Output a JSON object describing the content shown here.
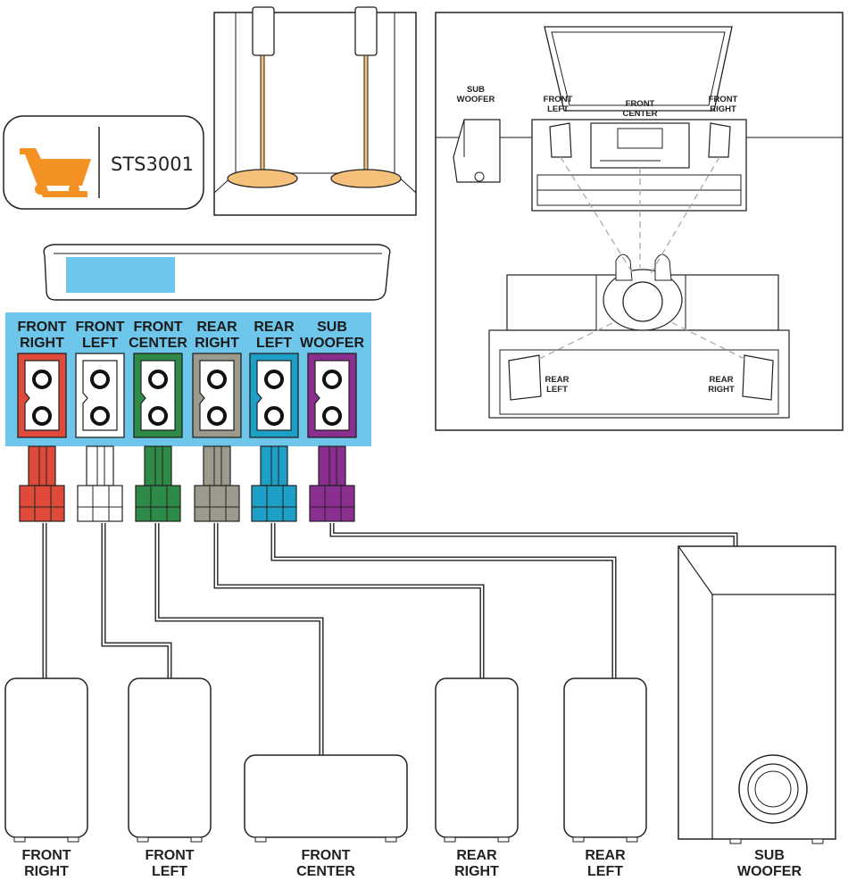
{
  "badge": {
    "model": "STS3001",
    "icon": "shopping-cart-icon",
    "icon_color": "#F39223"
  },
  "colors": {
    "front_right": "#E04A3A",
    "front_left": "#FFFFFF",
    "front_center": "#2E8B47",
    "rear_right": "#9B9A8C",
    "rear_left": "#1DA0C8",
    "sub_woofer": "#8A2F90",
    "strip": "#6EC7EA",
    "display": "#6EC7EA",
    "stand_base": "#F4C07A"
  },
  "connectors": [
    {
      "line1": "FRONT",
      "line2": "RIGHT"
    },
    {
      "line1": "FRONT",
      "line2": "LEFT"
    },
    {
      "line1": "FRONT",
      "line2": "CENTER"
    },
    {
      "line1": "REAR",
      "line2": "RIGHT"
    },
    {
      "line1": "REAR",
      "line2": "LEFT"
    },
    {
      "line1": "SUB",
      "line2": "WOOFER"
    }
  ],
  "speakers": [
    {
      "line1": "FRONT",
      "line2": "RIGHT"
    },
    {
      "line1": "FRONT",
      "line2": "LEFT"
    },
    {
      "line1": "FRONT",
      "line2": "CENTER"
    },
    {
      "line1": "REAR",
      "line2": "RIGHT"
    },
    {
      "line1": "REAR",
      "line2": "LEFT"
    },
    {
      "line1": "SUB",
      "line2": "WOOFER"
    }
  ],
  "room": {
    "sub_woofer": {
      "line1": "SUB",
      "line2": "WOOFER"
    },
    "front_left": {
      "line1": "FRONT",
      "line2": "LEFT"
    },
    "front_center": {
      "line1": "FRONT",
      "line2": "CENTER"
    },
    "front_right": {
      "line1": "FRONT",
      "line2": "RIGHT"
    },
    "rear_left": {
      "line1": "REAR",
      "line2": "LEFT"
    },
    "rear_right": {
      "line1": "REAR",
      "line2": "RIGHT"
    }
  }
}
